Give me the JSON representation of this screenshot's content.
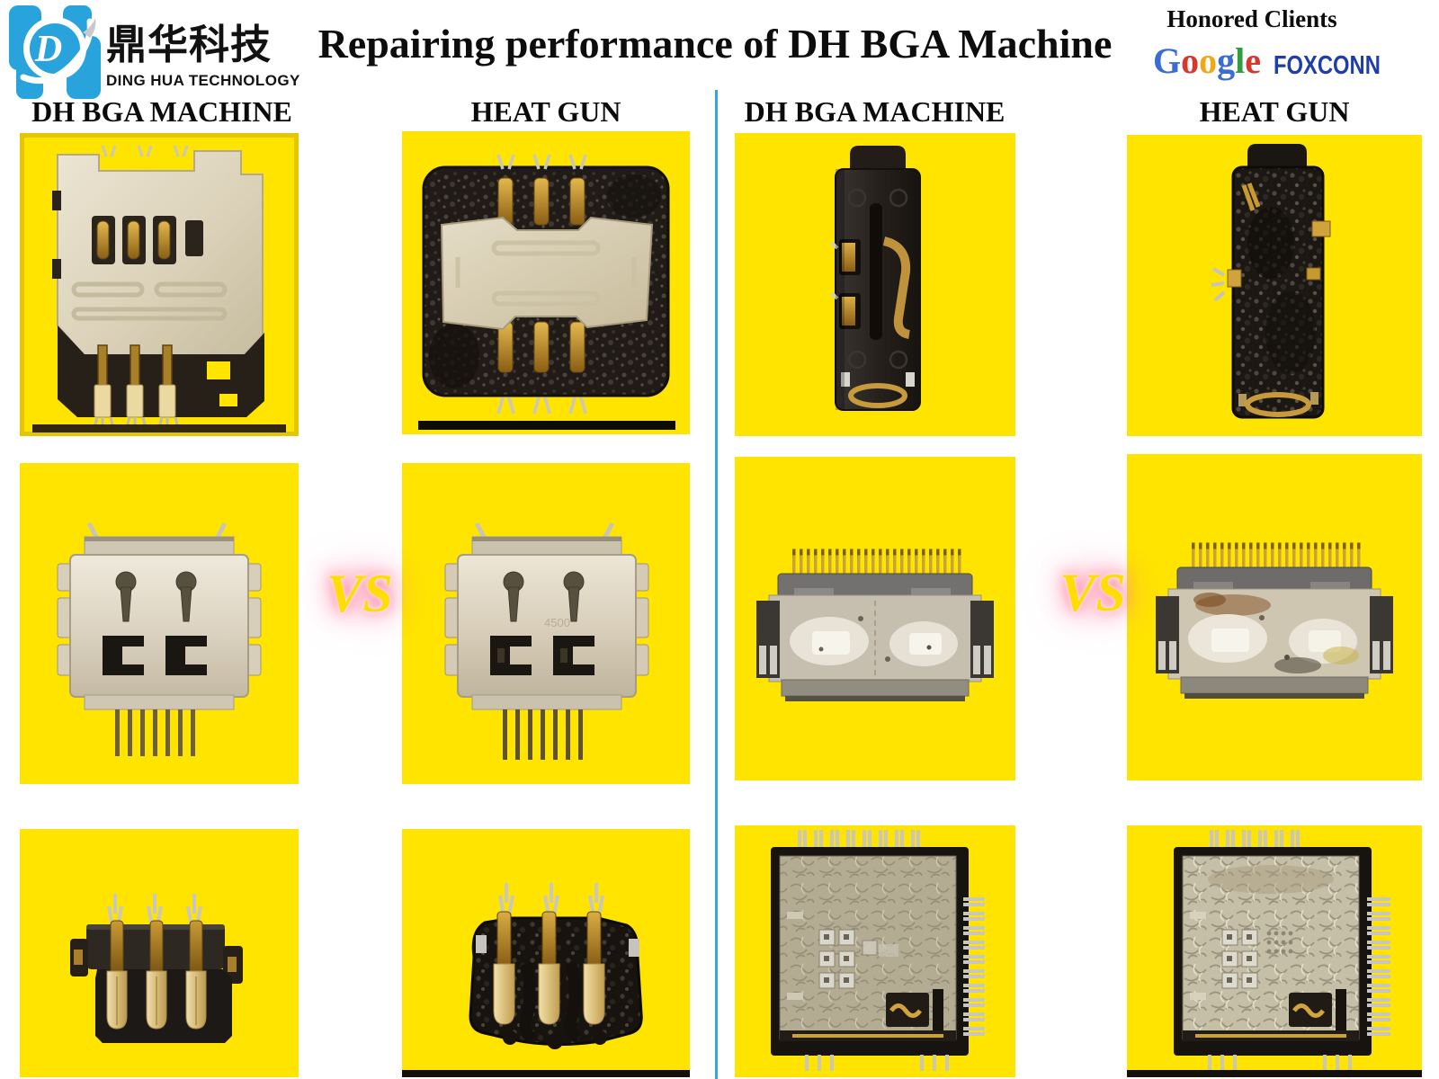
{
  "header": {
    "logo": {
      "chinese_name": "鼎华科技",
      "english_name": "DING HUA TECHNOLOGY"
    },
    "title": "Repairing performance of DH BGA Machine",
    "honored_clients": {
      "label": "Honored Clients",
      "google_letters": [
        {
          "ch": "G",
          "color": "#3B6CD6"
        },
        {
          "ch": "o",
          "color": "#D7382C"
        },
        {
          "ch": "o",
          "color": "#F0A818"
        },
        {
          "ch": "g",
          "color": "#3B6CD6"
        },
        {
          "ch": "l",
          "color": "#2E9E3E"
        },
        {
          "ch": "e",
          "color": "#D7382C"
        }
      ],
      "foxconn": "FOXCONN"
    }
  },
  "columns": [
    "DH BGA MACHINE",
    "HEAT GUN",
    "DH BGA MACHINE",
    "HEAT GUN"
  ],
  "vs_label": "VS",
  "grid": {
    "rows": [
      {
        "left_part": "sim-card-connector",
        "right_part": "audio-jack-connector"
      },
      {
        "left_part": "micro-usb-connector",
        "right_part": "dock-charging-connector"
      },
      {
        "left_part": "battery-connector",
        "right_part": "memory-card-reader"
      }
    ]
  },
  "colors": {
    "panel-yellow": "#FFE400",
    "divider-blue": "#2BA9E0",
    "logo-blue": "#29A3DC",
    "foxconn-blue": "#1F3EA8",
    "vs-yellow": "#FFDD00",
    "vs-glow": "#FF7E9E"
  }
}
